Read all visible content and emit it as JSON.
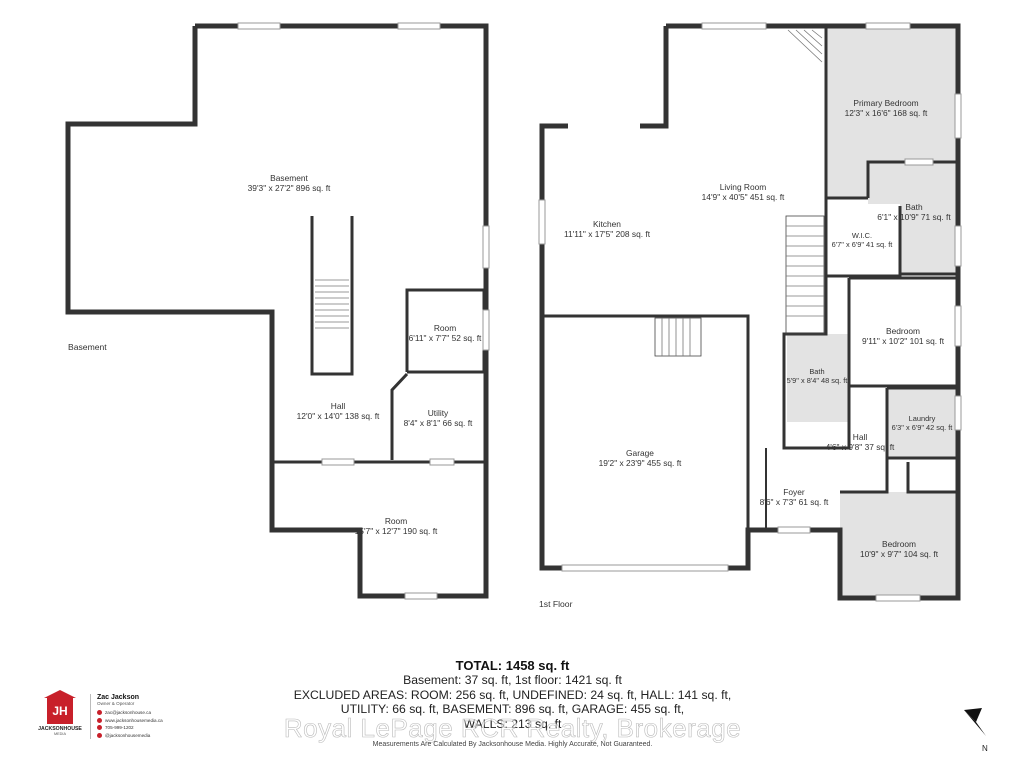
{
  "rooms": [
    {
      "id": "basement-main",
      "name": "Basement",
      "dims": "39'3\" x 27'2\" 896 sq. ft"
    },
    {
      "id": "basement-room-small",
      "name": "Room",
      "dims": "6'11\" x 7'7\" 52 sq. ft"
    },
    {
      "id": "basement-hall",
      "name": "Hall",
      "dims": "12'0\" x 14'0\" 138 sq. ft"
    },
    {
      "id": "basement-utility",
      "name": "Utility",
      "dims": "8'4\" x 8'1\" 66 sq. ft"
    },
    {
      "id": "basement-room-large",
      "name": "Room",
      "dims": "15'7\" x 12'7\" 190 sq. ft"
    },
    {
      "id": "primary-bedroom",
      "name": "Primary Bedroom",
      "dims": "12'3\" x 16'6\" 168 sq. ft"
    },
    {
      "id": "living-room",
      "name": "Living Room",
      "dims": "14'9\" x 40'5\" 451 sq. ft"
    },
    {
      "id": "kitchen",
      "name": "Kitchen",
      "dims": "11'11\" x 17'5\" 208 sq. ft"
    },
    {
      "id": "ensuite-bath",
      "name": "Bath",
      "dims": "6'1\" x 10'9\" 71 sq. ft"
    },
    {
      "id": "wic",
      "name": "W.I.C.",
      "dims": "6'7\" x 6'9\" 41 sq. ft"
    },
    {
      "id": "bedroom-2",
      "name": "Bedroom",
      "dims": "9'11\" x 10'2\" 101 sq. ft"
    },
    {
      "id": "bath-2",
      "name": "Bath",
      "dims": "5'9\" x 8'4\" 48 sq. ft"
    },
    {
      "id": "laundry",
      "name": "Laundry",
      "dims": "6'3\" x 6'9\" 42 sq. ft"
    },
    {
      "id": "main-hall",
      "name": "Hall",
      "dims": "4'6\" x 9'8\" 37 sq. ft"
    },
    {
      "id": "garage",
      "name": "Garage",
      "dims": "19'2\" x 23'9\" 455 sq. ft"
    },
    {
      "id": "foyer",
      "name": "Foyer",
      "dims": "8'6\" x 7'3\" 61 sq. ft"
    },
    {
      "id": "bedroom-3",
      "name": "Bedroom",
      "dims": "10'9\" x 9'7\" 104 sq. ft"
    }
  ],
  "outside_labels": {
    "basement": "Basement",
    "first_floor": "1st Floor"
  },
  "summary": {
    "total": "TOTAL: 1458 sq. ft",
    "lines": [
      "Basement: 37 sq. ft, 1st floor: 1421 sq. ft",
      "EXCLUDED AREAS: ROOM: 256 sq. ft, UNDEFINED: 24 sq. ft, HALL: 141 sq. ft,",
      "UTILITY: 66 sq. ft, BASEMENT: 896 sq. ft, GARAGE: 455 sq. ft,",
      "WALLS: 213 sq. ft"
    ]
  },
  "footnote": "Measurements Are Calculated By Jacksonhouse Media. Highly Accurate, Not Guaranteed.",
  "watermark": "Royal LePage RCR Realty, Brokerage",
  "branding": {
    "logo_mark": "JH",
    "logo_name": "JACKSONHOUSE",
    "logo_sub": "MEDIA",
    "contact_name": "Zac Jackson",
    "contact_role": "Owner & Operator",
    "contact_lines": [
      "zac@jacksonhouse.ca",
      "www.jacksonhousemedia.ca",
      "705-999-1202",
      "@jacksonhousemedia"
    ]
  },
  "compass": {
    "letter": "N"
  },
  "colors": {
    "wall": "#333333",
    "shaded_room": "#e3e3e3",
    "logo_red": "#c8202a"
  }
}
